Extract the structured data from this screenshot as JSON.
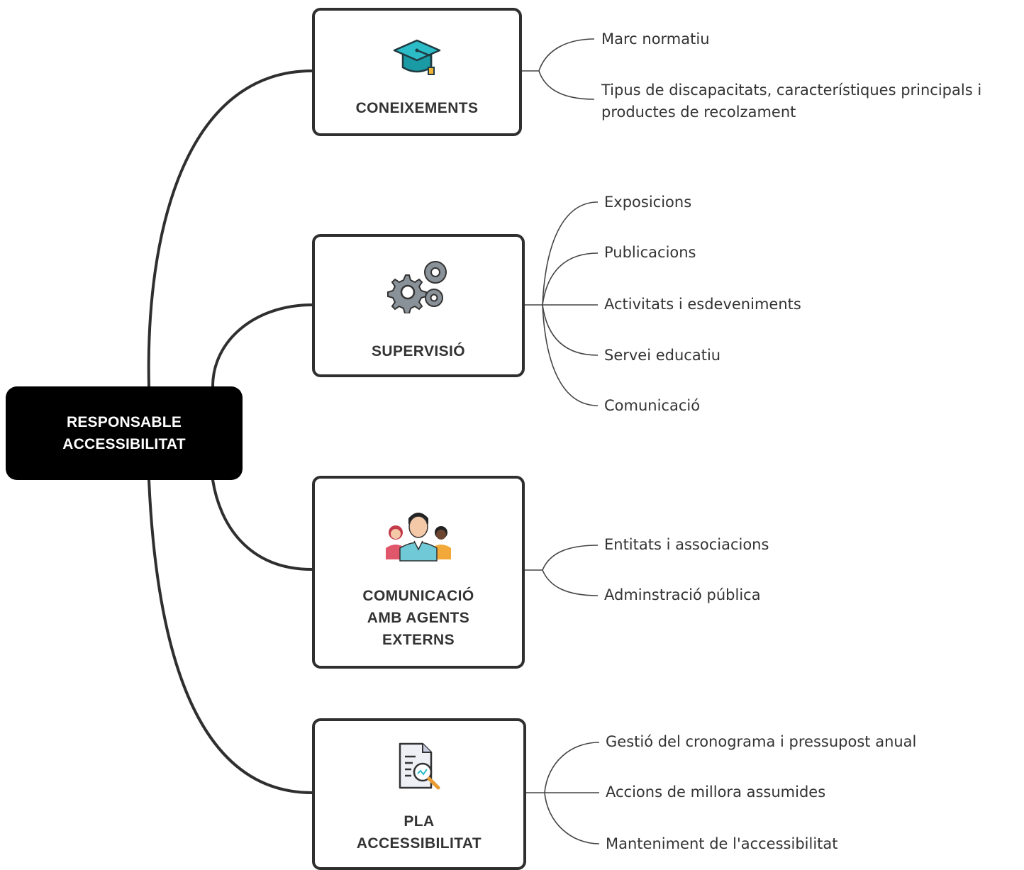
{
  "root": {
    "line1": "RESPONSABLE",
    "line2": "ACCESSIBILITAT"
  },
  "branches": [
    {
      "title": [
        "CONEIXEMENTS"
      ],
      "icon": "graduation-cap-icon",
      "leaves": [
        "Marc normatiu",
        "Tipus de discapacitats, característiques principals i productes de recolzament"
      ]
    },
    {
      "title": [
        "SUPERVISIÓ"
      ],
      "icon": "gears-icon",
      "leaves": [
        "Exposicions",
        "Publicacions",
        "Activitats i esdeveniments",
        "Servei educatiu",
        "Comunicació"
      ]
    },
    {
      "title": [
        "COMUNICACIÓ",
        "AMB AGENTS",
        "EXTERNS"
      ],
      "icon": "people-group-icon",
      "leaves": [
        "Entitats i associacions",
        "Adminstració pública"
      ]
    },
    {
      "title": [
        "PLA",
        "ACCESSIBILITAT"
      ],
      "icon": "document-analysis-icon",
      "leaves": [
        "Gestió del cronograma i pressupost anual",
        "Accions de millora assumides",
        "Manteniment de l'accessibilitat"
      ]
    }
  ],
  "colors": {
    "root_bg": "#000000",
    "line": "#2f2f2f",
    "cap": "#2bbcc8",
    "gear": "#8a9299"
  }
}
